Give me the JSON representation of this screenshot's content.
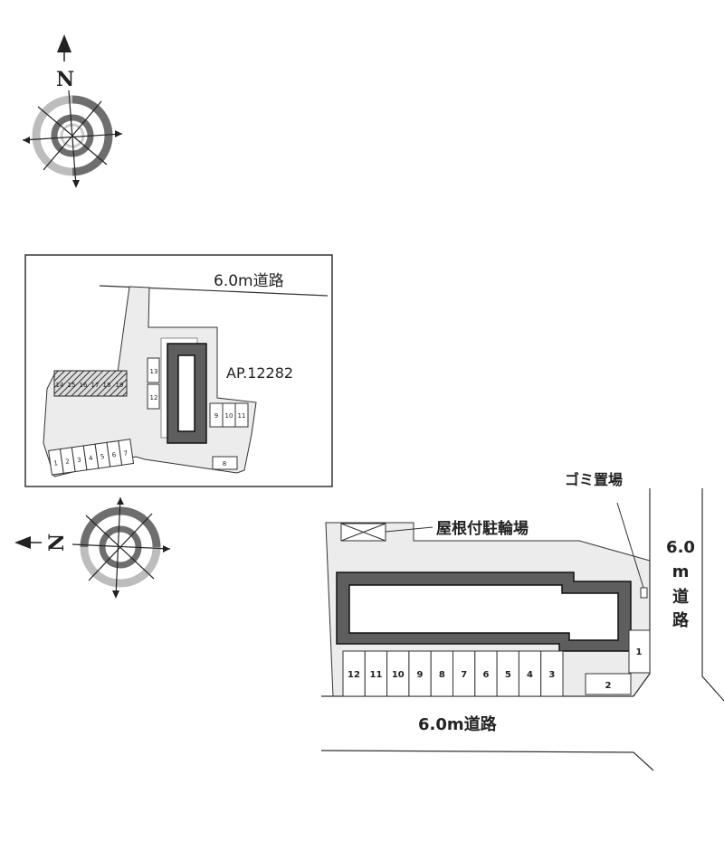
{
  "compass": {
    "north_label": "N"
  },
  "inset": {
    "road_label": "6.0m道路",
    "ap_code": "AP.12282",
    "slots_bottom": [
      "1",
      "2",
      "3",
      "4",
      "5",
      "6",
      "7"
    ],
    "slot_8": "8",
    "slots_right": [
      "9",
      "10",
      "11"
    ],
    "slots_left": [
      "13",
      "12"
    ],
    "slots_hatched": [
      "14",
      "15",
      "16",
      "17",
      "18",
      "19"
    ]
  },
  "main": {
    "bike_shelter_label": "屋根付駐輪場",
    "garbage_label": "ゴミ置場",
    "bottom_road_label": "6.0m道路",
    "right_road_label": [
      "6.0",
      "m",
      "道",
      "路"
    ],
    "parking_row": [
      "12",
      "11",
      "10",
      "9",
      "8",
      "7",
      "6",
      "5",
      "4",
      "3"
    ],
    "slot_1": "1",
    "slot_2": "2"
  },
  "colors": {
    "lot_fill": "#ececec",
    "building_wall": "#5e5e5e",
    "ring_light": "#bdbdbd",
    "ring_dark": "#6e6e6e"
  }
}
